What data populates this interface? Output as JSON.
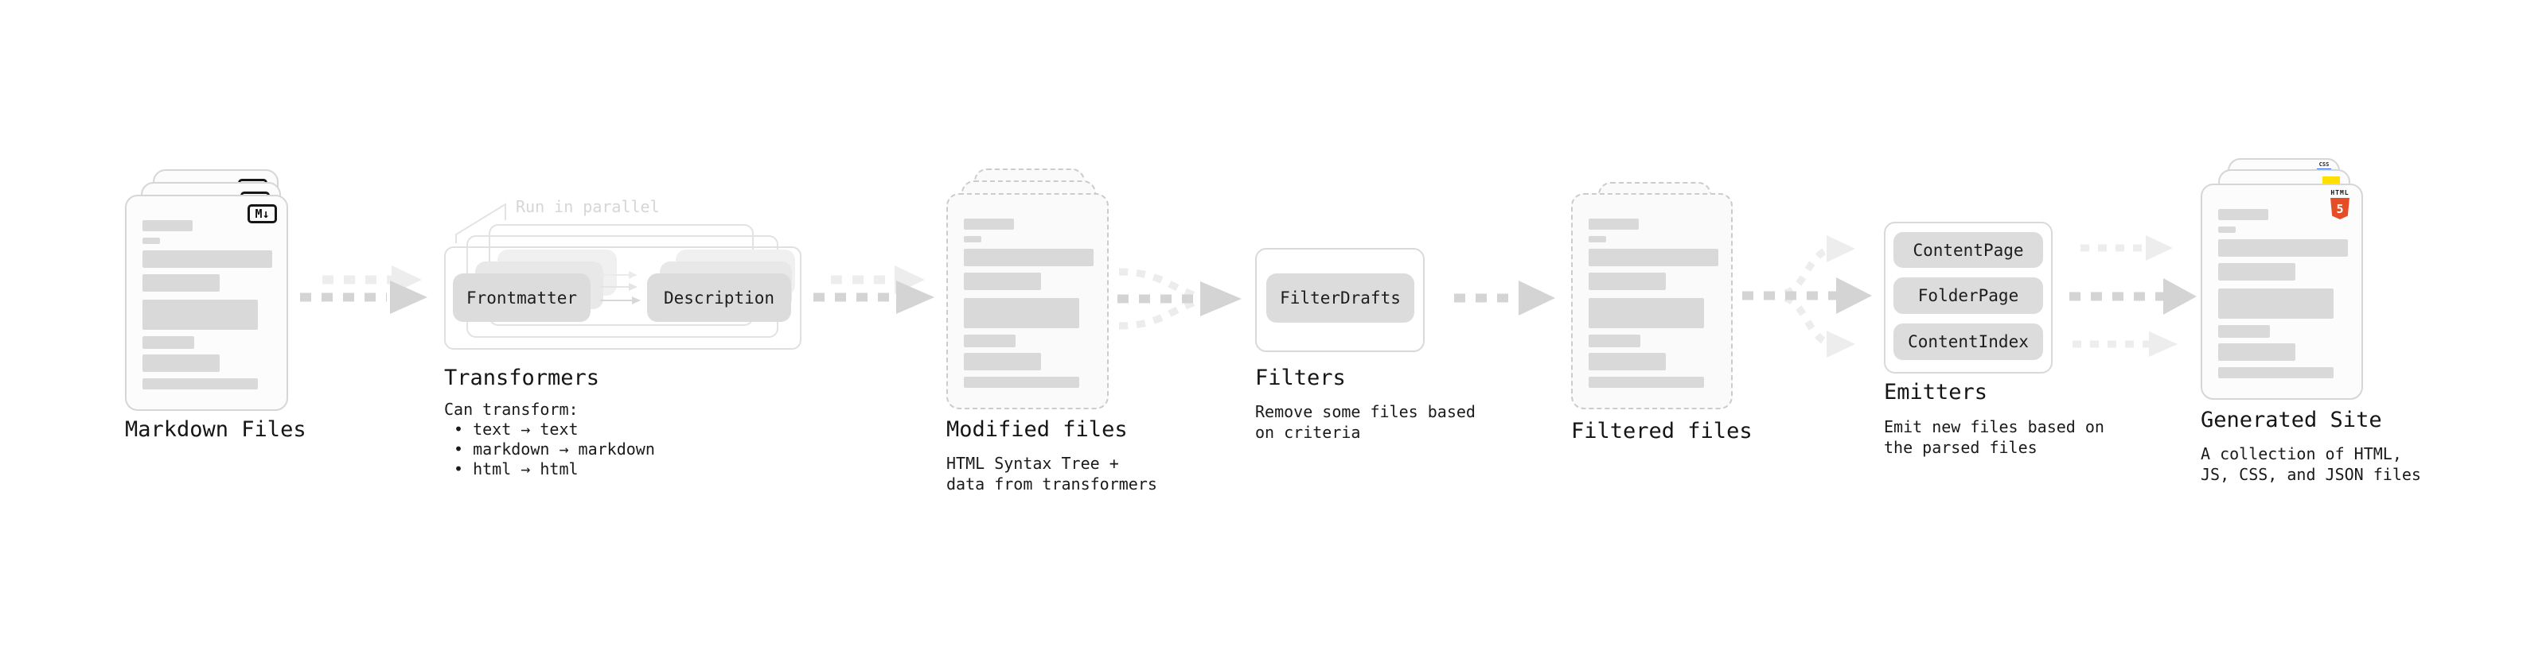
{
  "diagram": {
    "markdown_files": {
      "label": "Markdown Files",
      "badge": "M↓"
    },
    "transformers": {
      "title": "Transformers",
      "annotation": "Run in parallel",
      "buttons": {
        "frontmatter": "Frontmatter",
        "description": "Description"
      },
      "heading": "Can transform:",
      "bullets": [
        "text → text",
        "markdown → markdown",
        "html → html"
      ]
    },
    "modified_files": {
      "title": "Modified files",
      "description": "HTML Syntax Tree +\ndata from transformers"
    },
    "filters": {
      "title": "Filters",
      "button": "FilterDrafts",
      "description": "Remove some files based\non criteria"
    },
    "filtered_files": {
      "title": "Filtered files"
    },
    "emitters": {
      "title": "Emitters",
      "buttons": [
        "ContentPage",
        "FolderPage",
        "ContentIndex"
      ],
      "description": "Emit new files based on\nthe parsed files"
    },
    "generated_site": {
      "title": "Generated Site",
      "description": "A collection of HTML,\nJS, CSS, and JSON files",
      "badges": {
        "css_label": "CSS",
        "html_label": "HTML",
        "html_number": "5"
      }
    }
  },
  "colors": {
    "arrow": "#d4d4d4",
    "arrow_faint": "#ededed",
    "placeholder_bar": "#d9d9d9",
    "node_bg": "#dcdcdc",
    "card_border": "#d6d6d6",
    "dashed_border": "#cccccc",
    "annotation": "#d6d6d6",
    "html5_orange": "#e44d26",
    "css_blue": "#2b66f5",
    "js_yellow": "#ffdf00",
    "text": "#1a1a1a"
  }
}
